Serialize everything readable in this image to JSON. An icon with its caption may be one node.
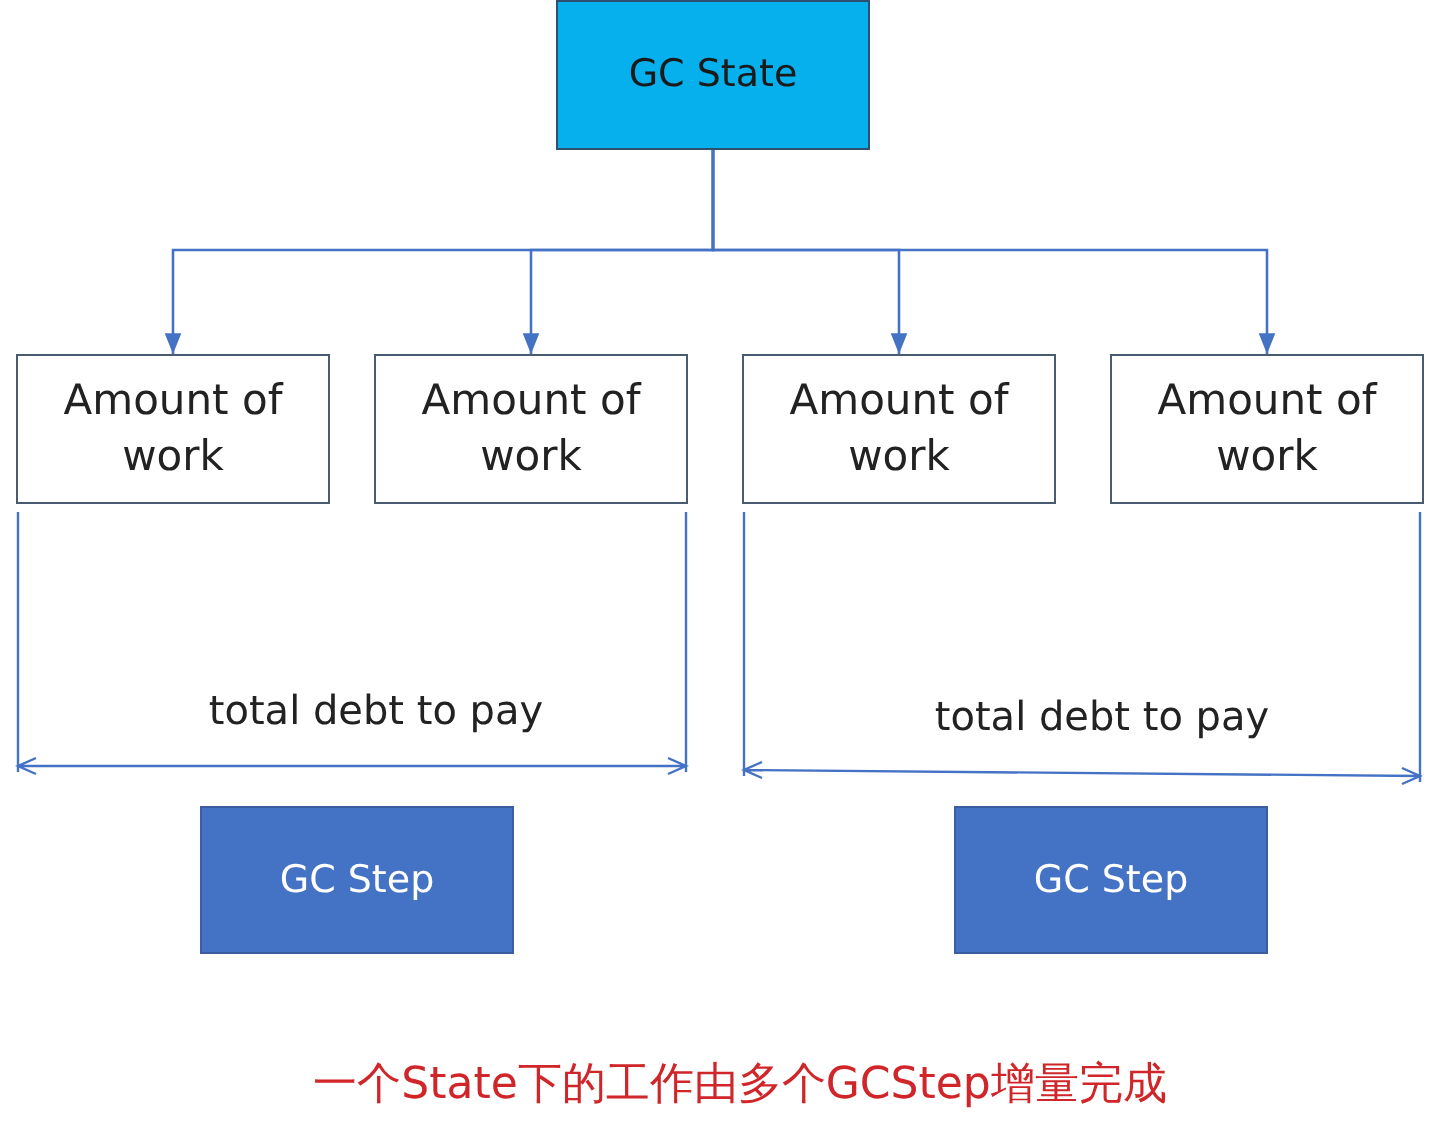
{
  "diagram": {
    "caption": "一个State下的工作由多个GCStep增量完成",
    "nodes": [
      {
        "text": [
          "GC State"
        ]
      },
      {
        "text": [
          "Amount of work"
        ]
      },
      {
        "text": [
          "Amount of work"
        ]
      },
      {
        "text": [
          "Amount of work"
        ]
      },
      {
        "text": [
          "Amount of work"
        ]
      },
      {
        "text": [
          "GC Step"
        ]
      },
      {
        "text": [
          "GC Step"
        ]
      }
    ],
    "edges": [
      {
        "from": 0,
        "to": 1,
        "arrow": "to"
      },
      {
        "from": 0,
        "to": 2,
        "arrow": "to"
      },
      {
        "from": 0,
        "to": 3,
        "arrow": "to"
      },
      {
        "from": 0,
        "to": 4,
        "arrow": "to"
      }
    ],
    "labels": [
      "total debt to pay",
      "total debt to pay"
    ]
  }
}
